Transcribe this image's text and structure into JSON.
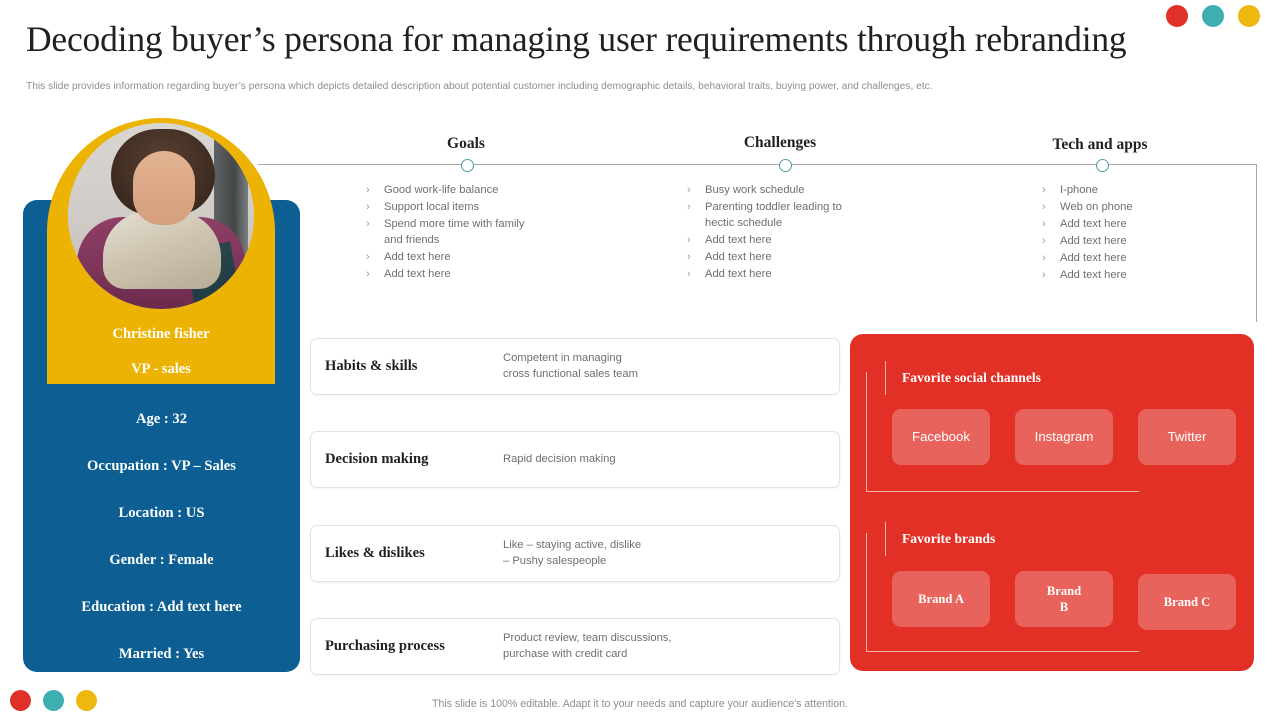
{
  "header": {
    "title": "Decoding buyer’s persona for managing user requirements through rebranding",
    "subtitle": "This slide provides information regarding buyer’s persona which depicts detailed description about potential customer including demographic details, behavioral traits, buying power, and challenges, etc."
  },
  "brand_dots": [
    {
      "name": "red-dot",
      "color": "#E0302A"
    },
    {
      "name": "teal-dot",
      "color": "#3DAFB0"
    },
    {
      "name": "yellow-dot",
      "color": "#EDB80F"
    }
  ],
  "persona": {
    "name": "Christine fisher",
    "role": "VP - sales",
    "photo_alt": "portrait-of-smiling-woman-holding-folder",
    "facts": [
      "Age : 32",
      "Occupation : VP – Sales",
      "Location : US",
      "Gender : Female",
      "Education : Add text here",
      "Married : Yes"
    ]
  },
  "columns": [
    {
      "title": "Goals",
      "items": [
        "Good work-life  balance",
        "Support local items",
        "Spend  more  time with family\nand friends",
        "Add text here",
        "Add text here"
      ]
    },
    {
      "title": "Challenges",
      "items": [
        "Busy work  schedule",
        "Parenting toddler  leading  to\nhectic schedule",
        "Add text here",
        "Add text here",
        "Add text here"
      ]
    },
    {
      "title": "Tech and apps",
      "items": [
        "I-phone",
        "Web on phone",
        "Add text here",
        "Add text here",
        "Add text here",
        "Add text here"
      ]
    }
  ],
  "bullet_marker": "›",
  "attributes": [
    {
      "label": "Habits & skills",
      "value": "Competent  in managing\ncross functional  sales team"
    },
    {
      "label": "Decision making",
      "value": "Rapid decision  making"
    },
    {
      "label": "Likes & dislikes",
      "value": "Like – staying active,  dislike\n – Pushy salespeople"
    },
    {
      "label": "Purchasing process",
      "value": "Product review,  team discussions,\npurchase  with credit card"
    }
  ],
  "favorites": {
    "social": {
      "heading": "Favorite social channels",
      "chips": [
        "Facebook",
        "Instagram",
        "Twitter"
      ]
    },
    "brands": {
      "heading": "Favorite brands",
      "chips": [
        "Brand A",
        "Brand\nB",
        "Brand C"
      ]
    }
  },
  "footer": {
    "note": "This slide is 100% editable. Adapt it to your needs and capture your audience's attention."
  },
  "colors": {
    "blue": "#0C5E93",
    "yellow": "#EDB303",
    "red": "#E23026",
    "chip_red": "#E8635C",
    "teal": "#3DAFB0"
  }
}
